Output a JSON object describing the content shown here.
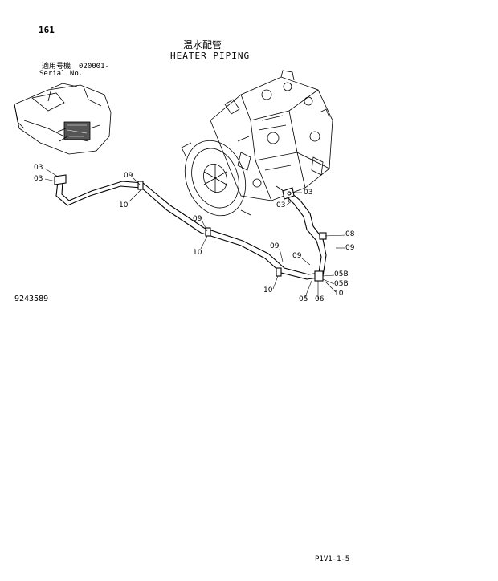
{
  "page": {
    "number": "161"
  },
  "title": {
    "jp": "温水配管",
    "en": "HEATER PIPING"
  },
  "serial": {
    "label_jp": "適用号機",
    "value": "020001-",
    "label_en": "Serial No."
  },
  "figure_no": "9243589",
  "page_ref": "P1V1-1-5",
  "callouts": [
    {
      "id": "c1",
      "text": "03"
    },
    {
      "id": "c2",
      "text": "03"
    },
    {
      "id": "c3",
      "text": "09"
    },
    {
      "id": "c4",
      "text": "10"
    },
    {
      "id": "c5",
      "text": "09"
    },
    {
      "id": "c6",
      "text": "10"
    },
    {
      "id": "c7",
      "text": "03"
    },
    {
      "id": "c8",
      "text": "03"
    },
    {
      "id": "c9",
      "text": "08"
    },
    {
      "id": "c10",
      "text": "09"
    },
    {
      "id": "c11",
      "text": "09"
    },
    {
      "id": "c12",
      "text": "09"
    },
    {
      "id": "c13",
      "text": "05B"
    },
    {
      "id": "c14",
      "text": "05B"
    },
    {
      "id": "c15",
      "text": "10"
    },
    {
      "id": "c16",
      "text": "05"
    },
    {
      "id": "c17",
      "text": "06"
    },
    {
      "id": "c18",
      "text": "10"
    }
  ]
}
